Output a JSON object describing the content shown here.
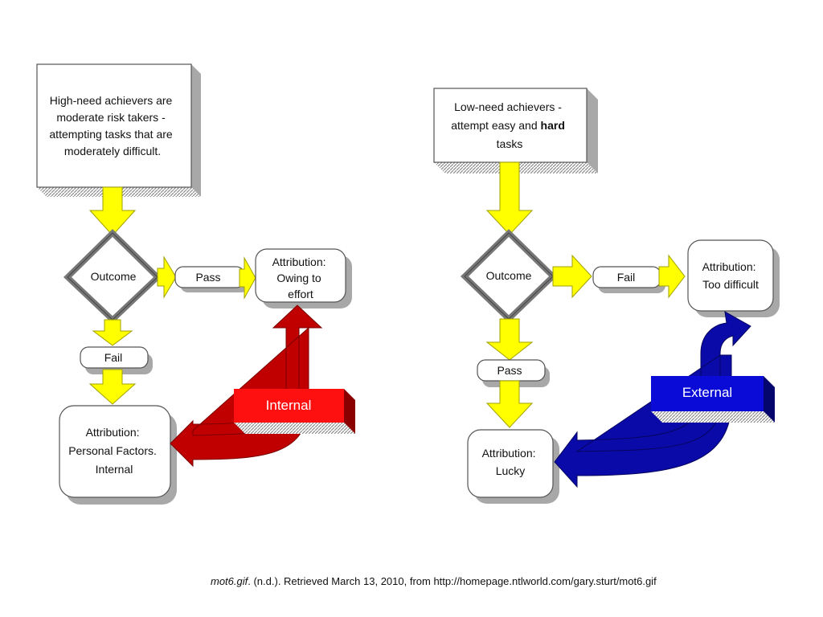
{
  "colors": {
    "box_fill": "#ffffff",
    "box_stroke": "#555555",
    "box_shadow": "#9a9a9a",
    "flow_arrow": "#ffff00",
    "flow_arrow_stroke": "#a0a000",
    "internal_fill": "#ff1010",
    "internal_arrow": "#c00000",
    "external_fill": "#0b0bd8",
    "external_arrow": "#0a0aa8"
  },
  "left": {
    "top_box": {
      "lines": [
        "High-need achievers are",
        "moderate risk takers -",
        "attempting tasks that are",
        "moderately difficult."
      ]
    },
    "outcome": "Outcome",
    "pass_pill": "Pass",
    "fail_pill": "Fail",
    "attribution_pass": [
      "Attribution:",
      "Owing to",
      "effort"
    ],
    "attribution_fail": [
      "Attribution:",
      "Personal Factors.",
      "Internal"
    ],
    "locus_label": "Internal"
  },
  "right": {
    "top_box": {
      "lines": [
        "Low-need achievers -",
        "attempt easy and",
        "tasks"
      ],
      "bold_word": "hard"
    },
    "outcome": "Outcome",
    "fail_pill": "Fail",
    "pass_pill": "Pass",
    "attribution_fail": [
      "Attribution:",
      "Too difficult"
    ],
    "attribution_pass": [
      "Attribution:",
      "Lucky"
    ],
    "locus_label": "External"
  },
  "caption": {
    "title": "mot6.gif",
    "rest": ". (n.d.). Retrieved March 13, 2010, from http://homepage.ntlworld.com/gary.sturt/mot6.gif"
  }
}
